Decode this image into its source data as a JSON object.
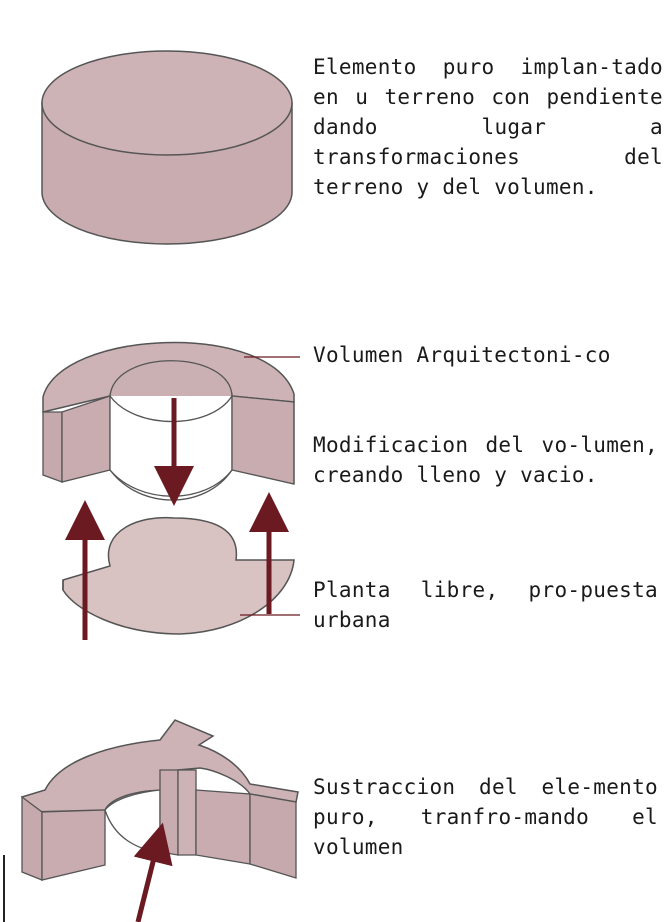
{
  "colors": {
    "volume_fill": "#cdb3b6",
    "volume_side": "#c8acaf",
    "plan_fill": "#d8c2c2",
    "outline": "#555555",
    "arrow": "#6b1a22"
  },
  "captions": {
    "puro": "Elemento puro implan-tado en u terreno con pendiente dando lugar a transformaciones del terreno y del volumen.",
    "volumen": "Volumen Arquitectoni-co",
    "modificacion": "Modificacion del vo-lumen, creando lleno y vacio.",
    "planta": "Planta libre, pro-puesta urbana",
    "sustraccion": "Sustraccion del ele-mento puro, tranfro-mando el volumen"
  }
}
